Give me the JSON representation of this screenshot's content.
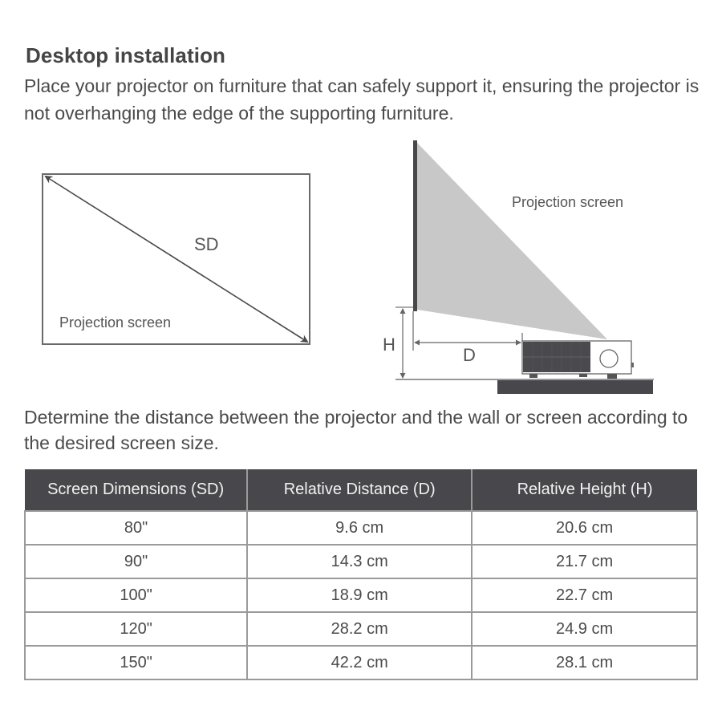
{
  "section": {
    "title": "Desktop installation",
    "intro": "Place your projector on furniture that can safely support it, ensuring the projector is not overhanging the edge of the supporting furniture.",
    "instruction": "Determine the distance between the projector and the wall or screen according to the desired screen size."
  },
  "diagram_front": {
    "diagonal_label": "SD",
    "screen_label": "Projection screen"
  },
  "diagram_side": {
    "screen_label": "Projection screen",
    "height_label": "H",
    "distance_label": "D"
  },
  "table": {
    "headers": [
      "Screen Dimensions (SD)",
      "Relative Distance (D)",
      "Relative Height (H)"
    ],
    "rows": [
      [
        "80\"",
        "9.6 cm",
        "20.6 cm"
      ],
      [
        "90\"",
        "14.3 cm",
        "21.7 cm"
      ],
      [
        "100\"",
        "18.9 cm",
        "22.7 cm"
      ],
      [
        "120\"",
        "28.2 cm",
        "24.9 cm"
      ],
      [
        "150\"",
        "42.2 cm",
        "28.1 cm"
      ]
    ]
  },
  "colors": {
    "header_bg": "#48484c",
    "projection_beam": "#c8c8c8",
    "text": "#4a4a4a"
  }
}
